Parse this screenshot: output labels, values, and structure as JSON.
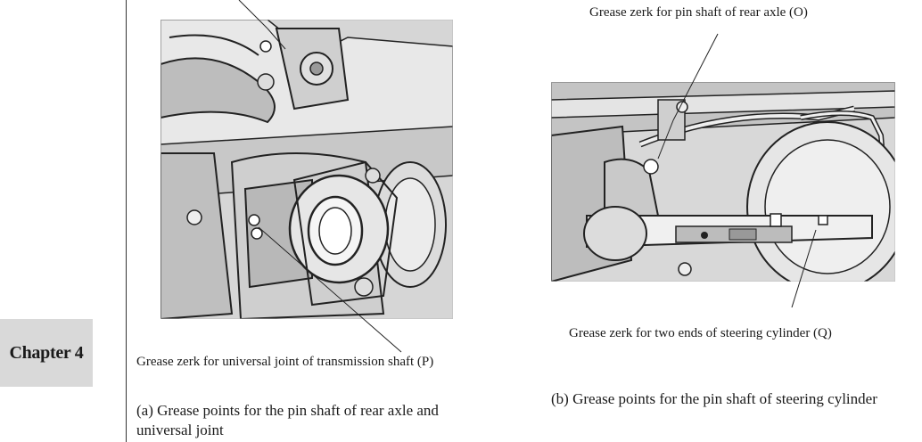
{
  "chapter_tab": "Chapter 4",
  "figure_a": {
    "callout_p": "Grease zerk for universal joint of transmission shaft (P)",
    "caption_line1": "(a) Grease points for the pin shaft of rear axle and",
    "caption_line2": "universal joint"
  },
  "figure_b": {
    "callout_o": "Grease zerk for pin shaft of rear axle (O)",
    "callout_q": "Grease zerk for two ends of steering cylinder (Q)",
    "caption": "(b) Grease points for the pin shaft of steering cylinder"
  }
}
